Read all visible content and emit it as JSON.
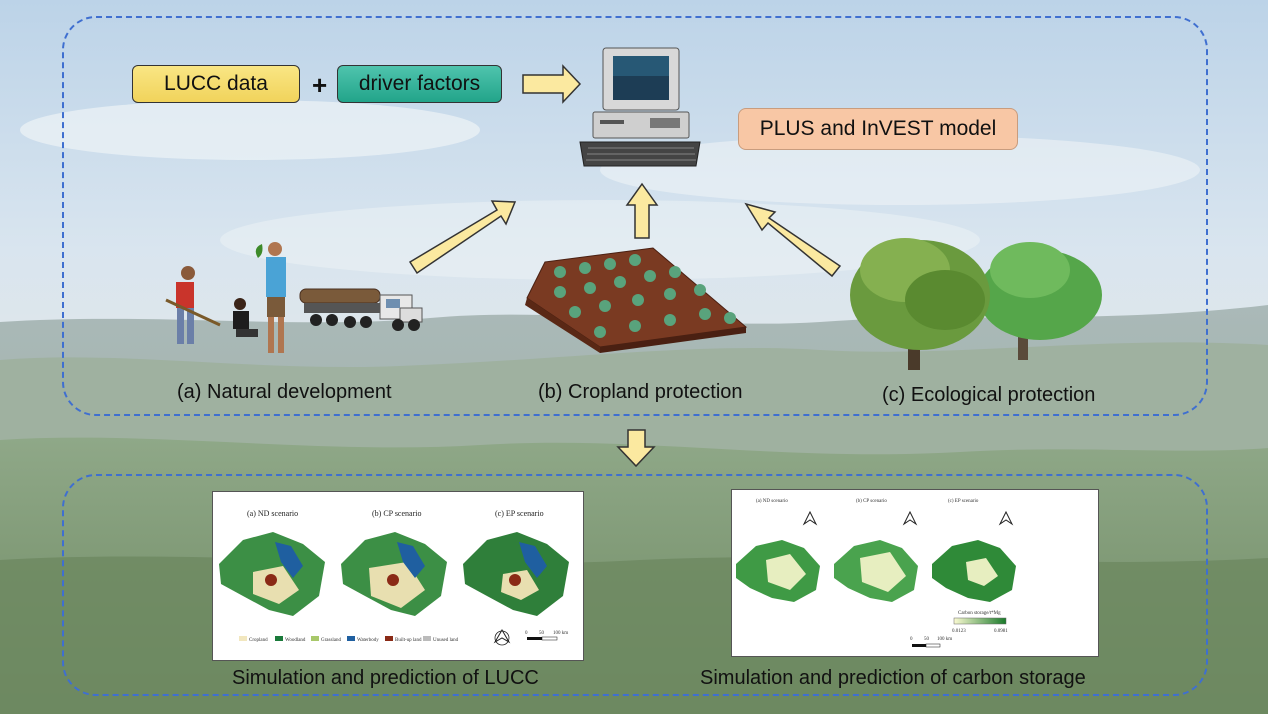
{
  "inputs": {
    "lucc_label": "LUCC data",
    "plus_sign": "+",
    "driver_label": "driver factors"
  },
  "model": {
    "label": "PLUS and InVEST model"
  },
  "scenarios": {
    "natural": "(a) Natural development",
    "cropland": "(b) Cropland protection",
    "ecological": "(c) Ecological protection"
  },
  "lucc_panel": {
    "caption": "Simulation and prediction of LUCC",
    "titles": [
      "(a) ND scenario",
      "(b) CP scenario",
      "(c) EP scenario"
    ],
    "legend": [
      "Cropland",
      "Woodland",
      "Grassland",
      "Waterbody",
      "Built-up land",
      "Unused land"
    ],
    "scale": [
      "0",
      "50",
      "100 km"
    ]
  },
  "carbon_panel": {
    "caption": "Simulation and prediction of carbon storage",
    "titles": [
      "(a) ND scenario",
      "(b) CP scenario",
      "(c) EP scenario"
    ],
    "legend_title": "Carbon storage/t*Mg",
    "legend_min": "0.0123",
    "legend_max": "0.0981",
    "scale": [
      "0",
      "50",
      "100 km"
    ]
  },
  "colors": {
    "frame": "#3f6fd0",
    "lucc_box": "#f4dc72",
    "driver_box": "#2fb39a",
    "model_box": "#f8c7a5",
    "arrow_fill": "#fbe9a0"
  }
}
